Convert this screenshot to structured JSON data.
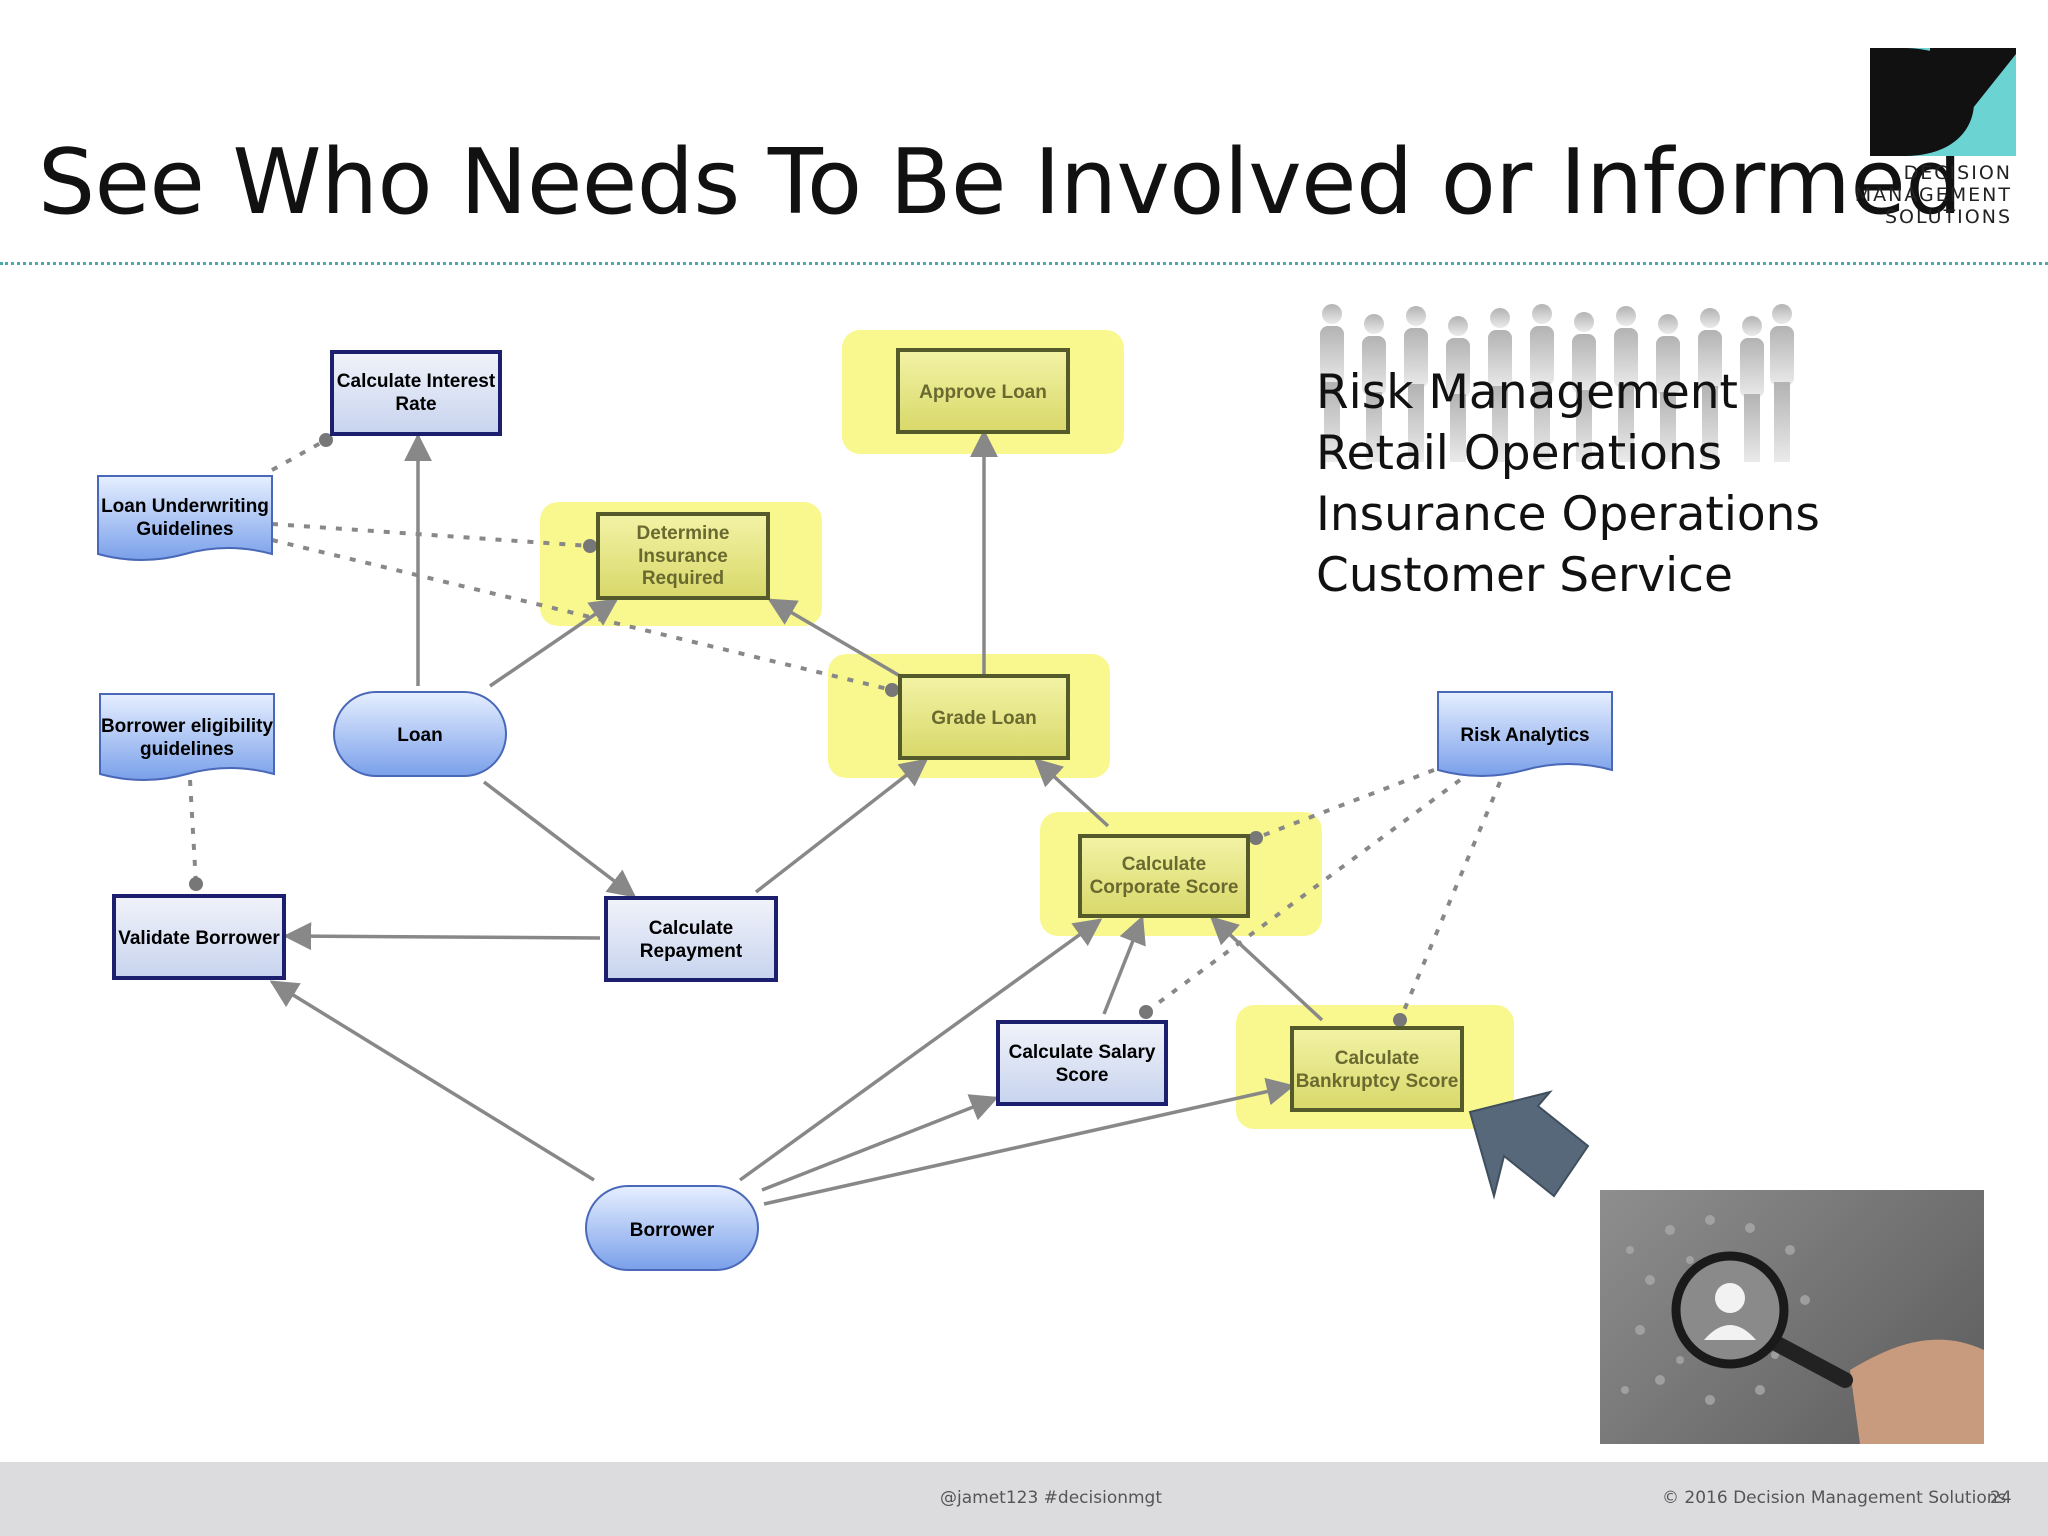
{
  "slide": {
    "title": "See Who Needs To Be Involved or Informed",
    "logo": {
      "line1": "DECISION",
      "line2": "MANAGEMENT",
      "line3": "SOLUTIONS",
      "colors": {
        "teal": "#6cd3d3",
        "black": "#111111"
      }
    },
    "stakeholders": [
      "Risk Management",
      "Retail Operations",
      "Insurance Operations",
      "Customer Service"
    ],
    "footer": {
      "handle": "@jamet123 #decisionmgt",
      "copyright": "© 2016 Decision Management Solutions",
      "page": "24"
    }
  },
  "diagram": {
    "highlight_color": "#f5f57a",
    "decisions": [
      {
        "id": "calc-interest",
        "label": [
          "Calculate Interest",
          "Rate"
        ],
        "highlighted": false
      },
      {
        "id": "approve",
        "label": [
          "Approve Loan"
        ],
        "highlighted": true
      },
      {
        "id": "insurance",
        "label": [
          "Determine",
          "Insurance",
          "Required"
        ],
        "highlighted": true
      },
      {
        "id": "grade",
        "label": [
          "Grade Loan"
        ],
        "highlighted": true
      },
      {
        "id": "corporate",
        "label": [
          "Calculate",
          "Corporate Score"
        ],
        "highlighted": true
      },
      {
        "id": "validate",
        "label": [
          "Validate Borrower"
        ],
        "highlighted": false
      },
      {
        "id": "repayment",
        "label": [
          "Calculate",
          "Repayment"
        ],
        "highlighted": false
      },
      {
        "id": "salary",
        "label": [
          "Calculate Salary",
          "Score"
        ],
        "highlighted": false
      },
      {
        "id": "bankruptcy",
        "label": [
          "Calculate",
          "Bankruptcy Score"
        ],
        "highlighted": true
      }
    ],
    "inputs": [
      {
        "id": "loan",
        "label": [
          "Loan"
        ]
      },
      {
        "id": "borrower",
        "label": [
          "Borrower"
        ]
      }
    ],
    "knowledge": [
      {
        "id": "underwriting",
        "label": [
          "Loan Underwriting",
          "Guidelines"
        ]
      },
      {
        "id": "eligibility",
        "label": [
          "Borrower eligibility",
          "guidelines"
        ]
      },
      {
        "id": "risk",
        "label": [
          "Risk Analytics"
        ]
      }
    ],
    "requirements": [
      {
        "from": "loan",
        "to": "calc-interest"
      },
      {
        "from": "loan",
        "to": "insurance"
      },
      {
        "from": "loan",
        "to": "repayment"
      },
      {
        "from": "grade",
        "to": "insurance"
      },
      {
        "from": "grade",
        "to": "approve"
      },
      {
        "from": "repayment",
        "to": "grade"
      },
      {
        "from": "repayment",
        "to": "validate"
      },
      {
        "from": "corporate",
        "to": "grade"
      },
      {
        "from": "salary",
        "to": "corporate"
      },
      {
        "from": "bankruptcy",
        "to": "corporate"
      },
      {
        "from": "borrower",
        "to": "validate"
      },
      {
        "from": "borrower",
        "to": "corporate"
      },
      {
        "from": "borrower",
        "to": "salary"
      },
      {
        "from": "borrower",
        "to": "bankruptcy"
      }
    ],
    "authority": [
      {
        "from": "underwriting",
        "to": "calc-interest"
      },
      {
        "from": "underwriting",
        "to": "insurance"
      },
      {
        "from": "underwriting",
        "to": "grade"
      },
      {
        "from": "eligibility",
        "to": "validate"
      },
      {
        "from": "risk",
        "to": "corporate"
      },
      {
        "from": "risk",
        "to": "salary"
      },
      {
        "from": "risk",
        "to": "bankruptcy"
      }
    ]
  }
}
